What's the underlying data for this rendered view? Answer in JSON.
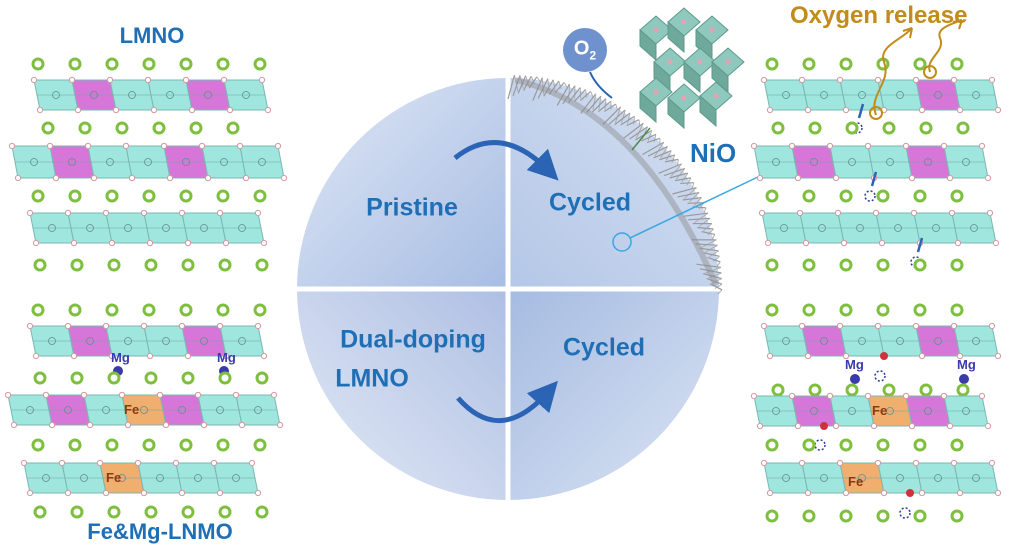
{
  "left_panel": {
    "top_title": "LMNO",
    "bottom_title": "Fe&Mg-LNMO",
    "dopant_mg": "Mg",
    "dopant_fe": "Fe"
  },
  "circle": {
    "q1_label": "Pristine",
    "q2_label": "Cycled",
    "q3_label_line1": "Dual-doping",
    "q3_label_line2": "LMNO",
    "q4_label": "Cycled"
  },
  "right_panel": {
    "oxygen_release": "Oxygen release",
    "o2_label": "O",
    "o2_subscript": "2",
    "nio_label": "NiO",
    "dopant_mg": "Mg",
    "dopant_fe": "Fe"
  },
  "colors": {
    "cyan_octahedra": "#9fe6de",
    "magenta_octahedra": "#d676d8",
    "orange_fe": "#f0ae6f",
    "green_li": "#7fbf3f",
    "blue_text": "#1f6fb6",
    "gold_text": "#c28b1a",
    "circle_fill": "#c7d6ef"
  }
}
